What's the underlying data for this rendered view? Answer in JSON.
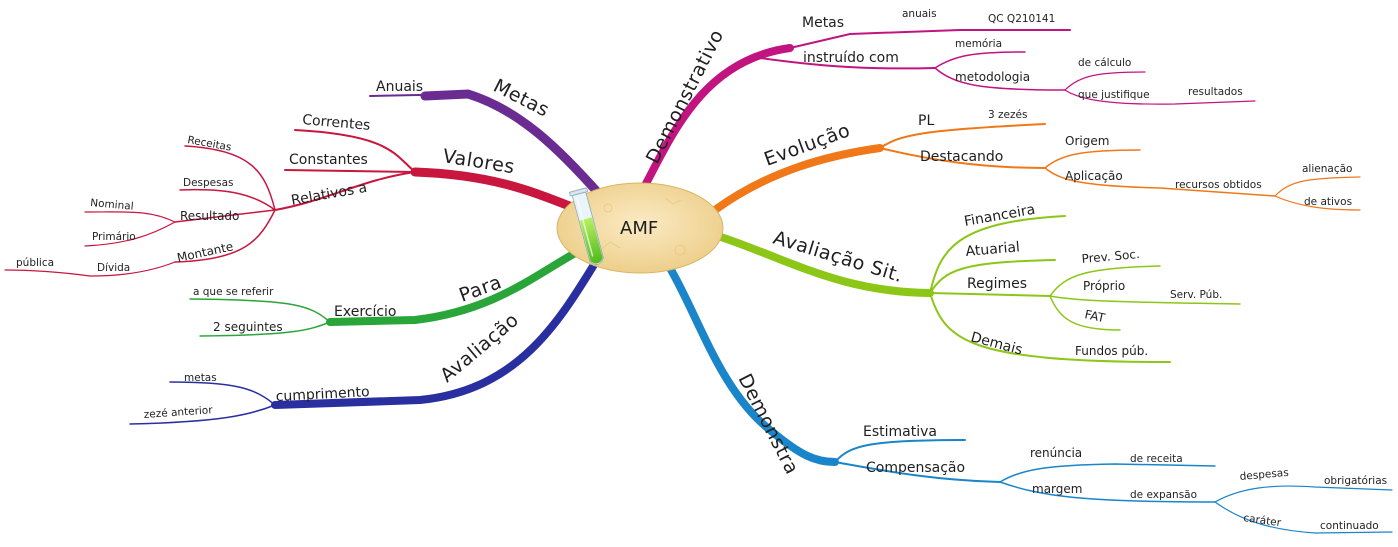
{
  "center": {
    "label": "AMF"
  },
  "colors": {
    "purple": "#6b2c91",
    "crimson": "#c8163f",
    "green": "#2aa53a",
    "navy": "#2a2fa0",
    "magenta": "#c21481",
    "orange": "#f07818",
    "lime": "#8cc616",
    "blue": "#1a85c9"
  },
  "branches": {
    "metas": {
      "label": "Metas",
      "anuais": "Anuais"
    },
    "valores": {
      "label": "Valores",
      "correntes": "Correntes",
      "constantes": "Constantes",
      "relativos": "Relativos a",
      "receitas": "Receitas",
      "despesas": "Despesas",
      "resultado": "Resultado",
      "nominal": "Nominal",
      "primario": "Primário",
      "montante": "Montante",
      "divida": "Dívida",
      "publica": "pública"
    },
    "para": {
      "label": "Para",
      "exercicio": "Exercício",
      "que_se_referir": "a que se referir",
      "seguintes": "2 seguintes"
    },
    "avaliacao": {
      "label": "Avaliação",
      "cumprimento": "cumprimento",
      "metas": "metas",
      "zeze": "zezé anterior"
    },
    "demonstrativo": {
      "label": "Demonstrativo",
      "metas": "Metas",
      "anuais": "anuais",
      "qc": "QC Q210141",
      "instruido": "instruído com",
      "memoria": "memória",
      "metodologia": "metodologia",
      "de_calculo": "de cálculo",
      "que_justifique": "que justifique",
      "resultados": "resultados"
    },
    "evolucao": {
      "label": "Evolução",
      "pl": "PL",
      "tres_zezes": "3 zezés",
      "destacando": "Destacando",
      "origem": "Origem",
      "aplicacao": "Aplicação",
      "recursos": "recursos obtidos",
      "alienacao": "alienação",
      "de_ativos": "de ativos"
    },
    "avaliacao_sit": {
      "label": "Avaliação Sit.",
      "financeira": "Financeira",
      "atuarial": "Atuarial",
      "regimes": "Regimes",
      "prev_soc": "Prev. Soc.",
      "proprio": "Próprio",
      "serv_pub": "Serv. Púb.",
      "fat": "FAT",
      "demais": "Demais",
      "fundos": "Fundos púb."
    },
    "demonstra": {
      "label": "Demonstra",
      "estimativa": "Estimativa",
      "compensacao": "Compensação",
      "renuncia": "renúncia",
      "de_receita": "de receita",
      "margem": "margem",
      "de_expansao": "de expansão",
      "despesas": "despesas",
      "obrigatorias": "obrigatórias",
      "carater": "caráter",
      "continuado": "continuado"
    }
  }
}
